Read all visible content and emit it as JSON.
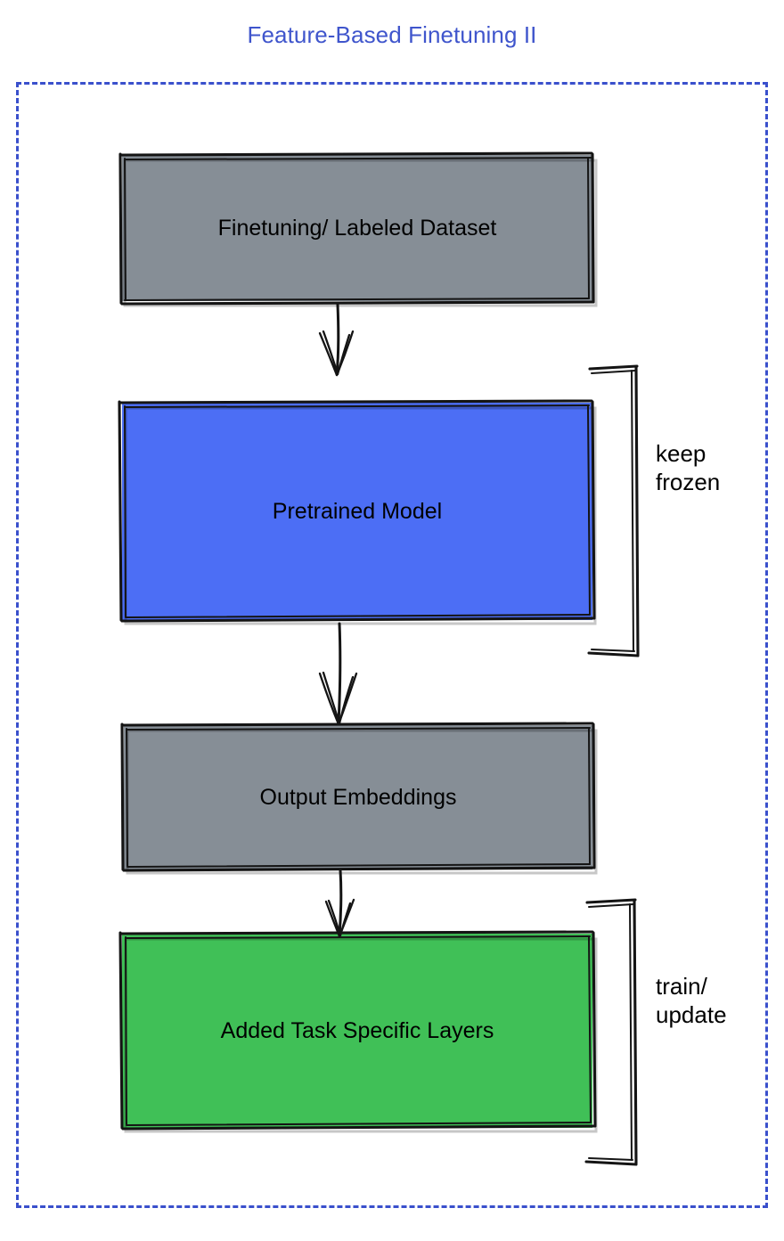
{
  "title": "Feature-Based Finetuning II",
  "title_color": "#3f55cc",
  "frame": {
    "style": "dashed",
    "color": "#3a50cc"
  },
  "nodes": [
    {
      "id": "dataset",
      "label": "Finetuning/ Labeled Dataset",
      "fill": "#868e96",
      "fill_name": "gray"
    },
    {
      "id": "pretrained",
      "label": "Pretrained Model",
      "fill": "#4c6ef5",
      "fill_name": "blue"
    },
    {
      "id": "embeddings",
      "label": "Output Embeddings",
      "fill": "#868e96",
      "fill_name": "gray"
    },
    {
      "id": "layers",
      "label": "Added Task Specific Layers",
      "fill": "#40c057",
      "fill_name": "green"
    }
  ],
  "brackets": [
    {
      "id": "keep-frozen",
      "label": "keep\nfrozen",
      "targets": [
        "pretrained"
      ]
    },
    {
      "id": "train-update",
      "label": "train/\nupdate",
      "targets": [
        "layers"
      ]
    }
  ],
  "arrows": [
    {
      "id": "dataset-to-pretrained",
      "from": "dataset",
      "to": "pretrained"
    },
    {
      "id": "pretrained-to-embeddings",
      "from": "pretrained",
      "to": "embeddings"
    },
    {
      "id": "embeddings-to-layers",
      "from": "embeddings",
      "to": "layers"
    }
  ]
}
